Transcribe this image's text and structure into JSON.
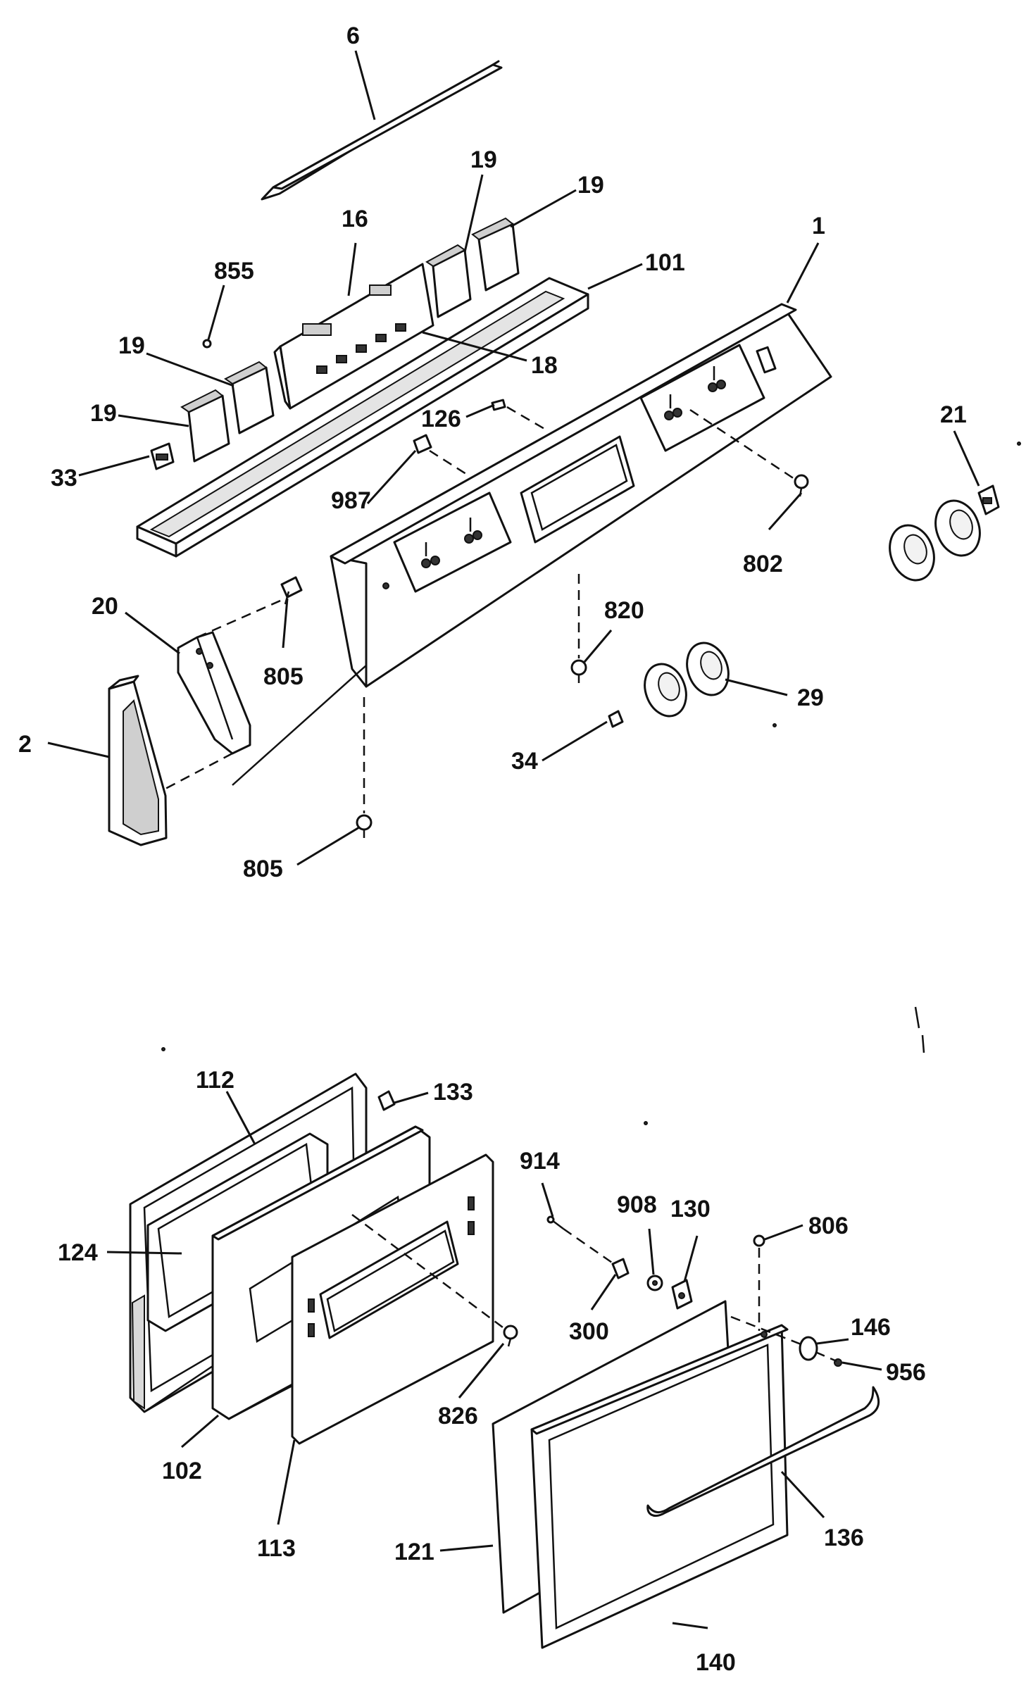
{
  "callouts": {
    "c6": "6",
    "c19a": "19",
    "c19b": "19",
    "c16": "16",
    "c1": "1",
    "c855": "855",
    "c101": "101",
    "c19c": "19",
    "c18": "18",
    "c19d": "19",
    "c126": "126",
    "c33": "33",
    "c987": "987",
    "c21": "21",
    "c802": "802",
    "c20": "20",
    "c820": "820",
    "c805a": "805",
    "c2": "2",
    "c29": "29",
    "c34": "34",
    "c805b": "805",
    "c112": "112",
    "c133": "133",
    "c914": "914",
    "c908": "908",
    "c130": "130",
    "c806": "806",
    "c124": "124",
    "c300": "300",
    "c146": "146",
    "c956": "956",
    "c826": "826",
    "c102": "102",
    "c113": "113",
    "c121": "121",
    "c136": "136",
    "c140": "140"
  }
}
